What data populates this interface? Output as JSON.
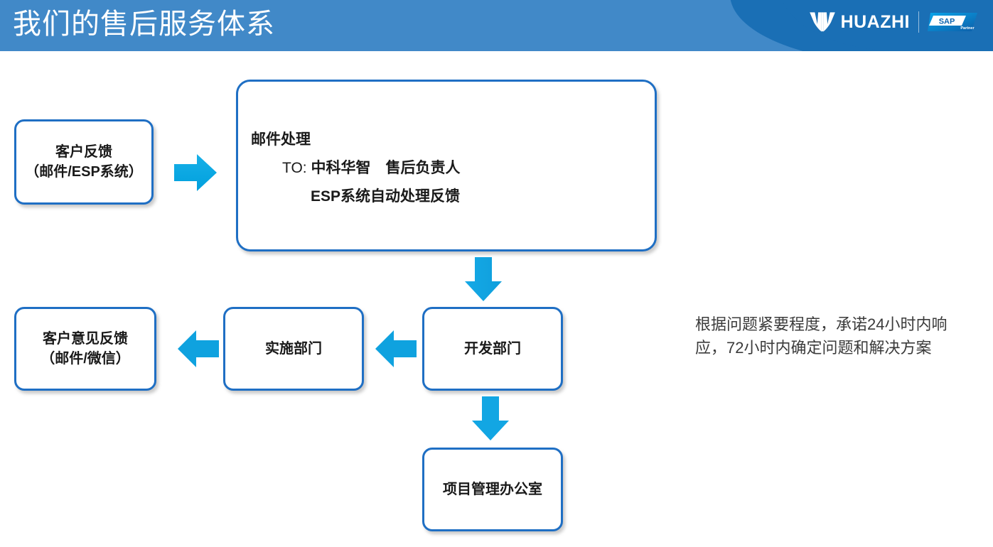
{
  "header": {
    "title": "我们的售后服务体系",
    "bg_color": "#4189c8",
    "swoosh_color": "#1a6fb5",
    "logo": {
      "mark_name": "huazhi-logo-mark",
      "brand_name": "HUAZHI",
      "partner_badge": {
        "label": "SAP",
        "sub_label": "Partner",
        "color": "#1a7fd4"
      }
    }
  },
  "diagram": {
    "accent_color": "#00a3e0",
    "node_border_color": "#1f6fc4",
    "nodes": {
      "customer_feedback": {
        "line1": "客户反馈",
        "line2": "（邮件/ESP系统）"
      },
      "email_processing": {
        "line1": "邮件处理",
        "line2_prefix": "TO: ",
        "line2_bold": "中科华智　售后负责人",
        "line3": "ESP系统自动处理反馈"
      },
      "customer_opinion": {
        "line1": "客户意见反馈",
        "line2": "（邮件/微信）"
      },
      "implementation": {
        "line1": "实施部门"
      },
      "development": {
        "line1": "开发部门"
      },
      "pmo": {
        "line1": "项目管理办公室"
      }
    },
    "arrows": [
      {
        "name": "arrow-customer-to-email",
        "direction": "right"
      },
      {
        "name": "arrow-email-to-development",
        "direction": "down"
      },
      {
        "name": "arrow-development-to-pmo",
        "direction": "down"
      },
      {
        "name": "arrow-implementation-to-customer-opinion",
        "direction": "left"
      },
      {
        "name": "arrow-development-to-implementation",
        "direction": "left"
      }
    ]
  },
  "side_note": {
    "text": "根据问题紧要程度，承诺24小时内响应，72小时内确定问题和解决方案"
  }
}
